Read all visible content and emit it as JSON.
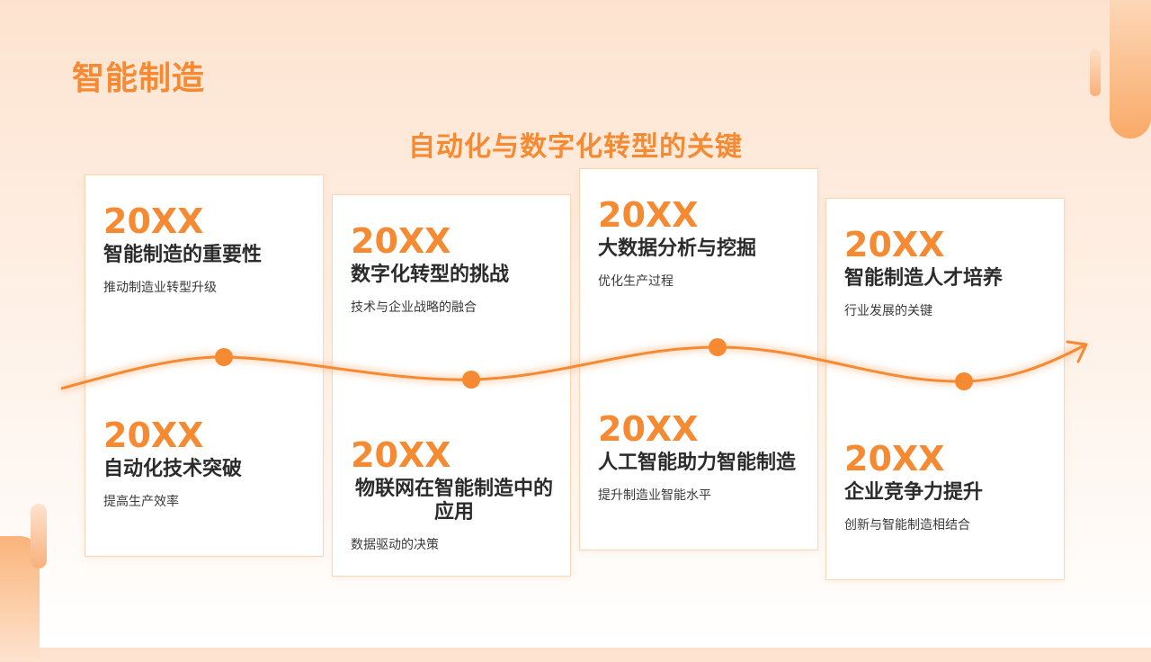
{
  "header": {
    "title": "智能制造",
    "subtitle": "自动化与数字化转型的关键"
  },
  "colors": {
    "accent": "#f58a32",
    "text": "#2b2b2b",
    "card_border": "#fbd6b6"
  },
  "cards": [
    {
      "top": {
        "year": "20XX",
        "heading": "智能制造的重要性",
        "desc": "推动制造业转型升级"
      },
      "bottom": {
        "year": "20XX",
        "heading": "自动化技术突破",
        "desc": "提高生产效率"
      }
    },
    {
      "top": {
        "year": "20XX",
        "heading": "数字化转型的挑战",
        "desc": "技术与企业战略的融合"
      },
      "bottom": {
        "year": "20XX",
        "heading": "物联网在智能制造中的应用",
        "desc": "数据驱动的决策"
      }
    },
    {
      "top": {
        "year": "20XX",
        "heading": "大数据分析与挖掘",
        "desc": "优化生产过程"
      },
      "bottom": {
        "year": "20XX",
        "heading": "人工智能助力智能制造",
        "desc": "提升制造业智能水平"
      }
    },
    {
      "top": {
        "year": "20XX",
        "heading": "智能制造人才培养",
        "desc": "行业发展的关键"
      },
      "bottom": {
        "year": "20XX",
        "heading": "企业竞争力提升",
        "desc": "创新与智能制造相结合"
      }
    }
  ]
}
